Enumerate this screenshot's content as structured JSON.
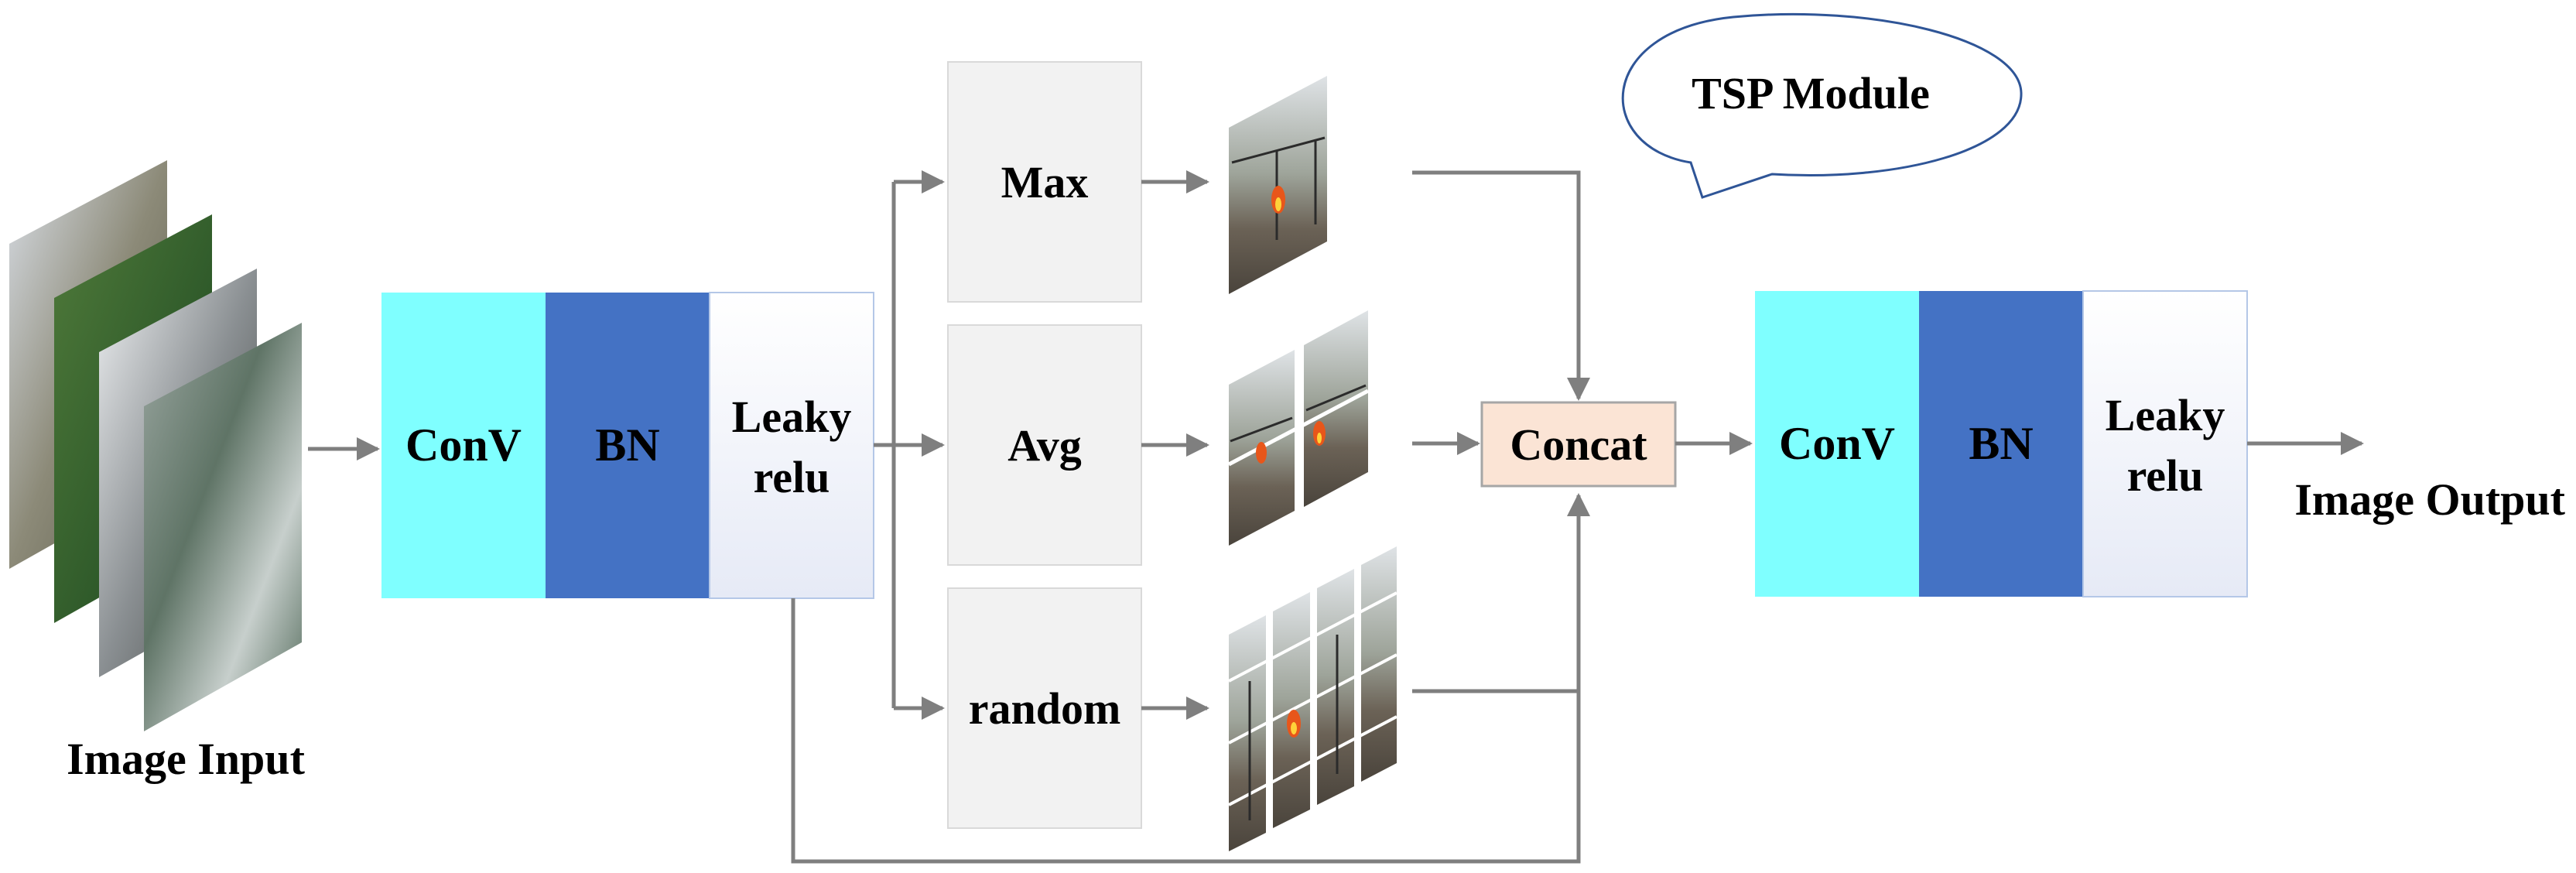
{
  "labels": {
    "image_input": "Image Input",
    "image_output": "Image Output",
    "module_title": "TSP Module",
    "conv": "ConV",
    "bn": "BN",
    "leaky_line1": "Leaky",
    "leaky_line2": "relu",
    "max": "Max",
    "avg": "Avg",
    "random": "random",
    "concat": "Concat"
  },
  "colors": {
    "conv": "#7fffff",
    "bn": "#4472c4",
    "leaky_top": "#ffffff",
    "leaky_bottom": "#e6eaf6",
    "pool_box": "#f2f2f2",
    "concat": "#fbe4d5",
    "arrow": "#7f7f7f",
    "bubble_stroke": "#2f5597"
  }
}
